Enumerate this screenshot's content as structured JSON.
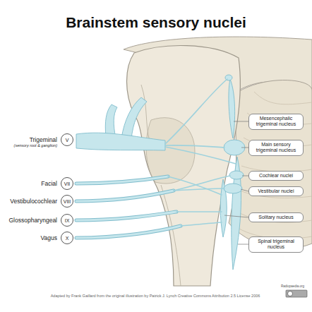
{
  "diagram": {
    "title": "Brainstem sensory nuclei",
    "caption": "Adapted by Frank Gaillard from the original illustration by Patrick J. Lynch Creative Commons Attribution 2.5 License 2006",
    "nodes": [
      {
        "text": [
          "Trigeminal",
          "(sensory root & ganglion)",
          "V"
        ]
      },
      {
        "text": [
          "Facial",
          "VII"
        ]
      },
      {
        "text": [
          "Vestibulocochlear",
          "VIII"
        ]
      },
      {
        "text": [
          "Glossopharyngeal",
          "IX"
        ]
      },
      {
        "text": [
          "Vagus",
          "X"
        ]
      },
      {
        "text": [
          "Mesencephalic trigeminal nucleus"
        ]
      },
      {
        "text": [
          "Main sensory trigeminal nucleus"
        ]
      },
      {
        "text": [
          "Cochlear nuclei"
        ]
      },
      {
        "text": [
          "Vestibular nuclei"
        ]
      },
      {
        "text": [
          "Solitary nucleus"
        ]
      },
      {
        "text": [
          "Spinal trigeminal nucleus"
        ]
      }
    ],
    "labels": [
      "Radiopaedia.org"
    ]
  }
}
